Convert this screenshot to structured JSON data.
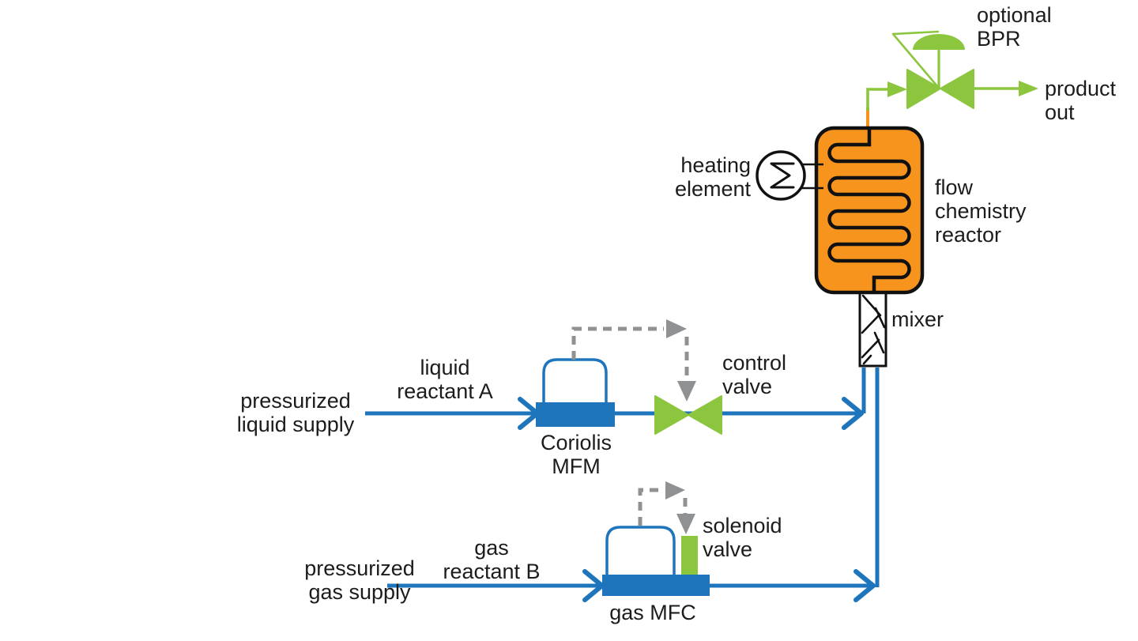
{
  "diagram": {
    "type": "process-flow-diagram",
    "subject": "flow chemistry reactor setup",
    "labels": {
      "optional_bpr": "optional\nBPR",
      "product_out": "product\nout",
      "heating_element": "heating\nelement",
      "flow_chemistry_reactor": "flow\nchemistry\nreactor",
      "mixer": "mixer",
      "control_valve": "control\nvalve",
      "liquid_reactant_a": "liquid\nreactant A",
      "pressurized_liquid_supply": "pressurized\nliquid supply",
      "coriolis_mfm": "Coriolis\nMFM",
      "solenoid_valve": "solenoid\nvalve",
      "gas_reactant_b": "gas\nreactant B",
      "pressurized_gas_supply": "pressurized\ngas supply",
      "gas_mfc": "gas MFC"
    },
    "colors": {
      "process_line_blue": "#1F75BC",
      "valve_green": "#8CC63F",
      "reactor_orange": "#F7941E",
      "signal_gray": "#8F9193",
      "outline_black": "#111111",
      "text": "#1c1c1c"
    },
    "components": [
      {
        "name": "pressurized-liquid-supply",
        "type": "source"
      },
      {
        "name": "coriolis-mfm",
        "type": "mass-flow-meter"
      },
      {
        "name": "control-valve",
        "type": "valve"
      },
      {
        "name": "pressurized-gas-supply",
        "type": "source"
      },
      {
        "name": "gas-mfc",
        "type": "mass-flow-controller"
      },
      {
        "name": "solenoid-valve",
        "type": "valve"
      },
      {
        "name": "static-mixer",
        "type": "mixer"
      },
      {
        "name": "flow-chemistry-reactor",
        "type": "coil-reactor"
      },
      {
        "name": "heating-element",
        "type": "heater"
      },
      {
        "name": "optional-bpr",
        "type": "back-pressure-regulator"
      },
      {
        "name": "product-out",
        "type": "outlet"
      }
    ],
    "signal_paths": [
      {
        "from": "coriolis-mfm",
        "to": "control-valve",
        "style": "dashed-gray"
      },
      {
        "from": "gas-mfc",
        "to": "solenoid-valve",
        "style": "dashed-gray"
      }
    ]
  }
}
